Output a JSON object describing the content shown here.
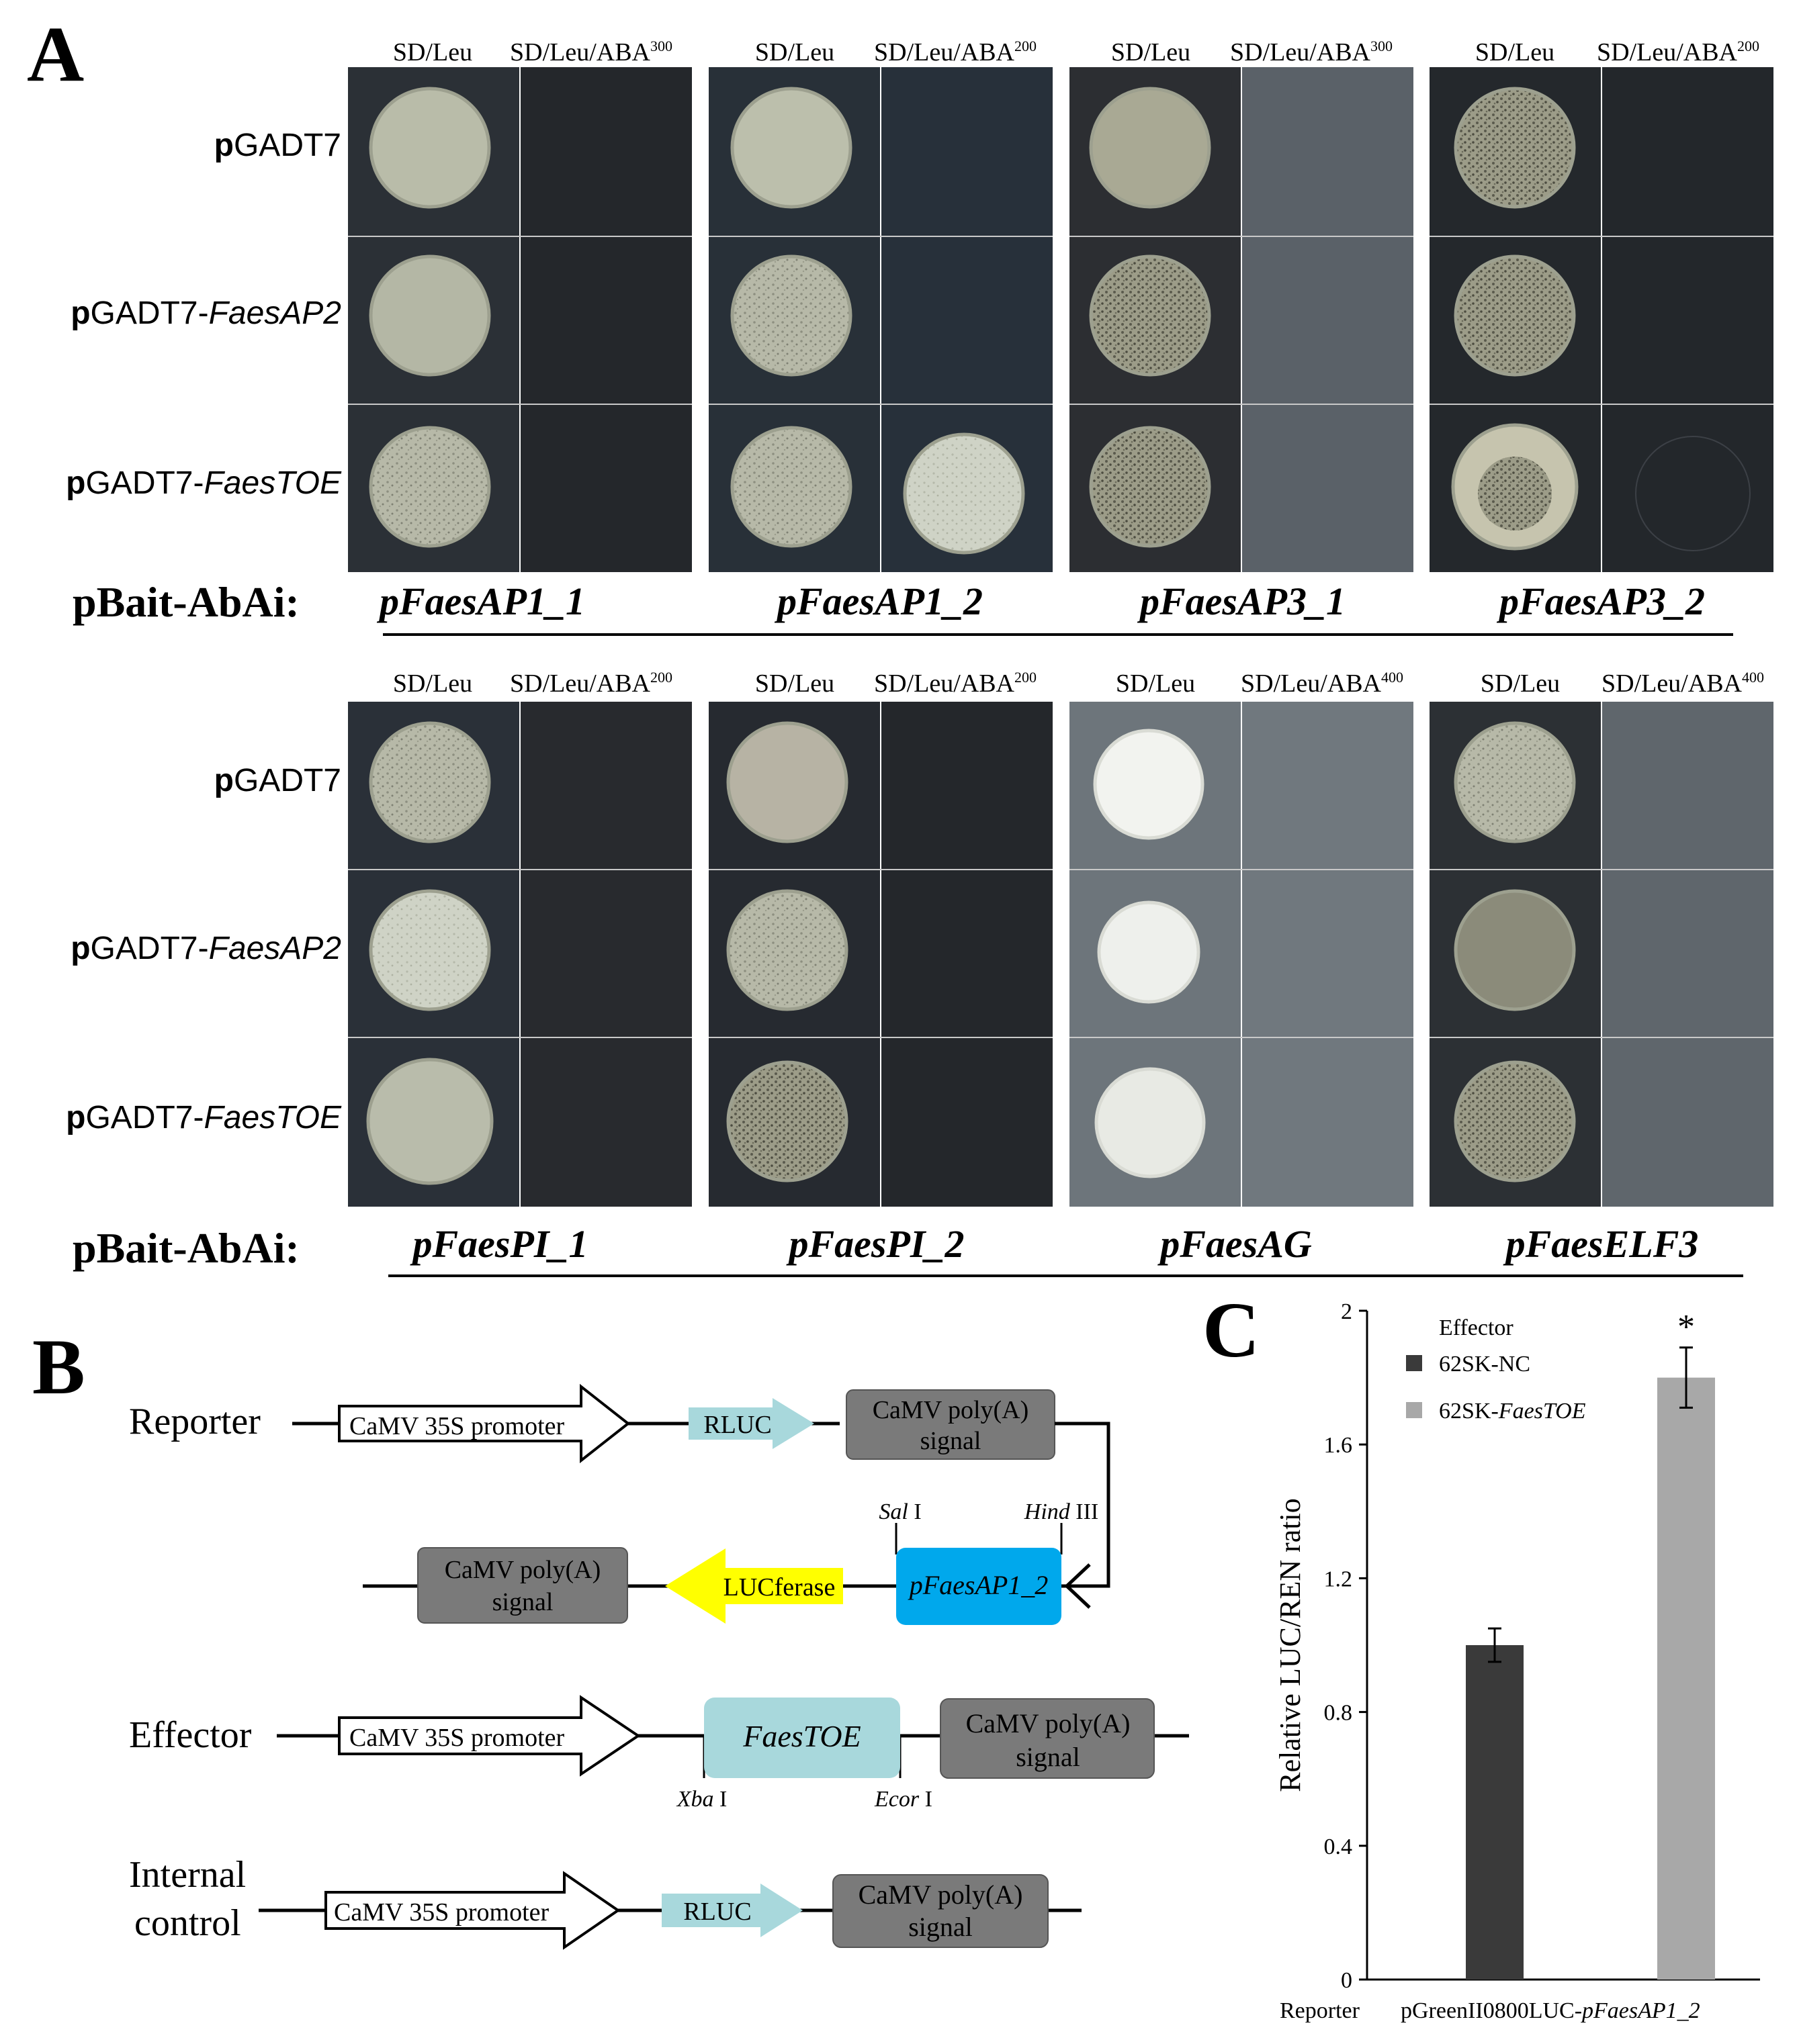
{
  "panel_a": {
    "letter": "A",
    "rows": {
      "r1_prefix": "p",
      "r1_text": "GADT7",
      "r2_prefix": "p",
      "r2_text": "GADT7-",
      "r2_ital": "FaesAP2",
      "r3_prefix": "p",
      "r3_text": "GADT7-",
      "r3_ital": "FaesTOE"
    },
    "bait_label": "pBait-AbAi:",
    "top": {
      "groups": [
        {
          "col1": "SD/Leu",
          "col2": "SD/Leu/ABA",
          "sup": "300",
          "promoter": "pFaesAP1_1"
        },
        {
          "col1": "SD/Leu",
          "col2": "SD/Leu/ABA",
          "sup": "200",
          "promoter": "pFaesAP1_2"
        },
        {
          "col1": "SD/Leu",
          "col2": "SD/Leu/ABA",
          "sup": "300",
          "promoter": "pFaesAP3_1"
        },
        {
          "col1": "SD/Leu",
          "col2": "SD/Leu/ABA",
          "sup": "200",
          "promoter": "pFaesAP3_2"
        }
      ]
    },
    "bottom": {
      "groups": [
        {
          "col1": "SD/Leu",
          "col2": "SD/Leu/ABA",
          "sup": "200",
          "promoter": "pFaesPI_1"
        },
        {
          "col1": "SD/Leu",
          "col2": "SD/Leu/ABA",
          "sup": "200",
          "promoter": "pFaesPI_2"
        },
        {
          "col1": "SD/Leu",
          "col2": "SD/Leu/ABA",
          "sup": "400",
          "promoter": "pFaesAG"
        },
        {
          "col1": "SD/Leu",
          "col2": "SD/Leu/ABA",
          "sup": "400",
          "promoter": "pFaesELF3"
        }
      ]
    },
    "colors": {
      "dark_plate": "#2b3036",
      "grey_plate": "#6d757b",
      "colony": "#b7b9a8",
      "white_colony": "#f2f3ef"
    }
  },
  "panel_b": {
    "letter": "B",
    "reporter": {
      "label": "Reporter",
      "promoter": "CaMV 35S promoter",
      "rluc": "RLUC",
      "polyA_line1": "CaMV poly(A)",
      "polyA_line2": "signal",
      "site1_ital": "Sal",
      "site1_num": " I",
      "site2_ital": "Hind",
      "site2_num": " III",
      "target_promoter": "pFaesAP1_2",
      "lucferase": "LUCferase",
      "polyA2_line1": "CaMV poly(A)",
      "polyA2_line2": "signal"
    },
    "effector": {
      "label": "Effector",
      "promoter": "CaMV 35S promoter",
      "gene": "FaesTOE",
      "site1_ital": "Xba",
      "site1_num": " I",
      "site2_ital": "Ecor",
      "site2_num": " I",
      "polyA_line1": "CaMV poly(A)",
      "polyA_line2": "signal"
    },
    "internal": {
      "label_line1": "Internal",
      "label_line2": "control",
      "promoter": "CaMV 35S promoter",
      "rluc": "RLUC",
      "polyA_line1": "CaMV poly(A)",
      "polyA_line2": "signal"
    },
    "colors": {
      "rluc": "#a8d8dc",
      "luc": "#ffff00",
      "target": "#00a8ec",
      "polyA": "#7a7a7a",
      "gene_box": "#a8d8dc"
    }
  },
  "chart_data": {
    "type": "bar",
    "panel_letter": "C",
    "ylabel": "Relative LUC/REN ratio",
    "ylim": [
      0,
      2
    ],
    "yticks": [
      "0",
      "0.4",
      "0.8",
      "1.2",
      "1.6",
      "2"
    ],
    "ytick_values": [
      0,
      0.4,
      0.8,
      1.2,
      1.6,
      2
    ],
    "legend_title": "Effector",
    "legend_placement": "top-left",
    "x_prefix": "Reporter",
    "category_plain": "pGreenII0800LUC-",
    "category_ital": "pFaesAP1_2",
    "series": [
      {
        "name_plain": "62SK-NC",
        "name_ital": "",
        "value": 1.0,
        "error": 0.05,
        "color": "#3a3a3a"
      },
      {
        "name_plain": "62SK-",
        "name_ital": "FaesTOE",
        "value": 1.8,
        "error": 0.09,
        "color": "#a8a8a8"
      }
    ],
    "significance": "*"
  }
}
